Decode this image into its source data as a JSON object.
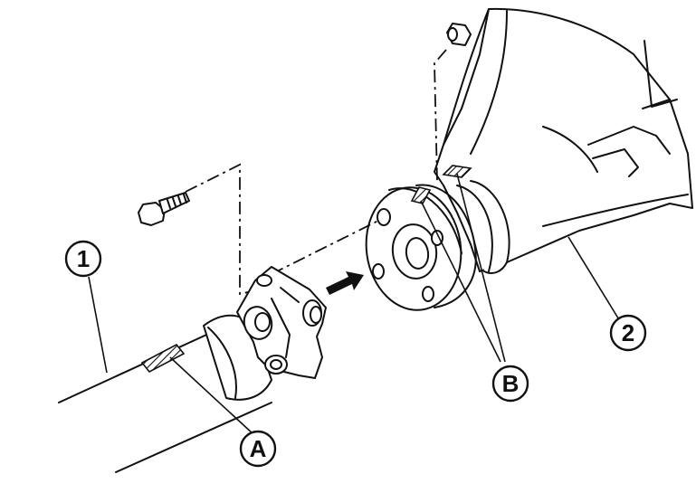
{
  "callouts": {
    "propeller_shaft": "1",
    "final_drive": "2",
    "mark_a": "A",
    "mark_b": "B"
  },
  "colors": {
    "line": "#111111",
    "background": "#ffffff"
  }
}
